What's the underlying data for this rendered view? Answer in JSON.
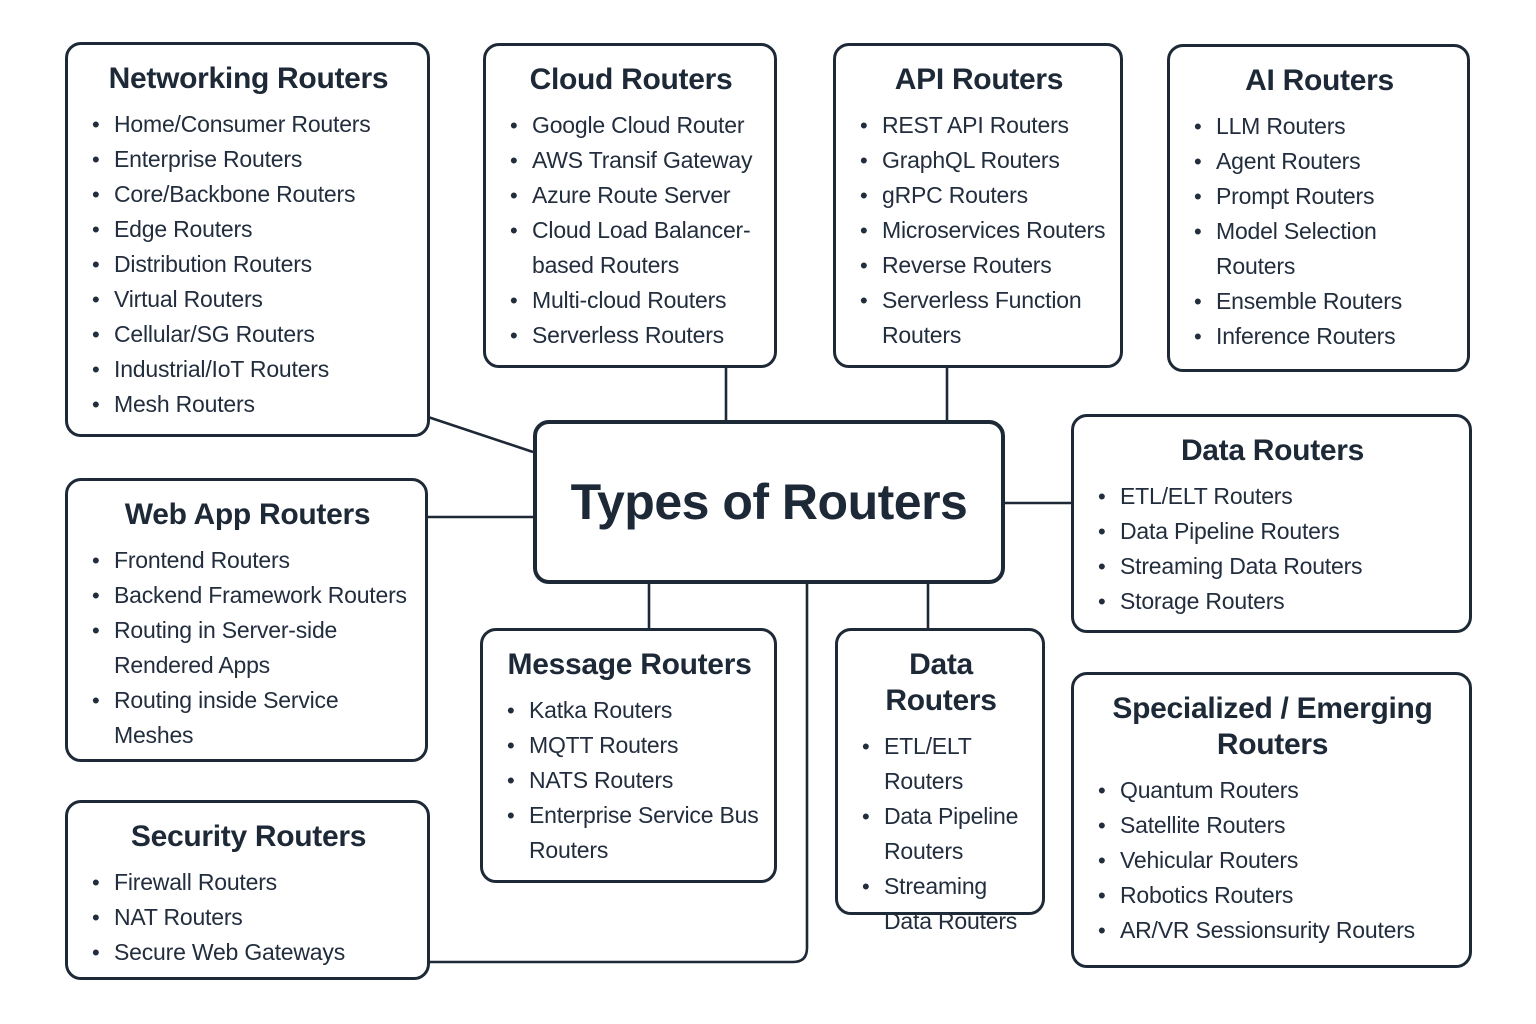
{
  "center": {
    "title": "Types of Routers"
  },
  "boxes": [
    {
      "title": "Networking Routers",
      "items": [
        "Home/Consumer Routers",
        "Enterprise Routers",
        "Core/Backbone Routers",
        "Edge Routers",
        "Distribution Routers",
        "Virtual Routers",
        "Cellular/SG Routers",
        "Industrial/IoT Routers",
        "Mesh Routers"
      ]
    },
    {
      "title": "Cloud Routers",
      "items": [
        "Google Cloud Router",
        "AWS Transif Gateway",
        "Azure Route Server",
        "Cloud Load Balancer-based Routers",
        "Multi-cloud Routers",
        "Serverless Routers"
      ]
    },
    {
      "title": "API Routers",
      "items": [
        "REST API Routers",
        "GraphQL Routers",
        "gRPC Routers",
        "Microservices Routers",
        "Reverse Routers",
        "Serverless Function Routers"
      ]
    },
    {
      "title": "AI Routers",
      "items": [
        "LLM Routers",
        "Agent Routers",
        "Prompt Routers",
        "Model Selection Routers",
        "Ensemble Routers",
        "Inference Routers"
      ]
    },
    {
      "title": "Web App Routers",
      "items": [
        "Frontend Routers",
        "Backend Framework Routers",
        "Routing in Server-side Rendered Apps",
        "Routing inside Service Meshes"
      ]
    },
    {
      "title": "Data Routers",
      "items": [
        "ETL/ELT Routers",
        "Data Pipeline Routers",
        "Streaming Data Routers",
        "Storage Routers"
      ]
    },
    {
      "title": "Security Routers",
      "items": [
        "Firewall Routers",
        "NAT Routers",
        "Secure Web Gateways"
      ]
    },
    {
      "title": "Message Routers",
      "items": [
        "Katka Routers",
        "MQTT Routers",
        "NATS Routers",
        "Enterprise Service Bus Routers"
      ]
    },
    {
      "title": "Data Routers",
      "items": [
        "ETL/ELT Routers",
        "Data Pipeline Routers",
        "Streaming Data Routers"
      ]
    },
    {
      "title": "Specialized / Emerging Routers",
      "items": [
        "Quantum Routers",
        "Satellite Routers",
        "Vehicular Routers",
        "Robotics Routers",
        "AR/VR Sessionsurity Routers"
      ]
    }
  ],
  "colors": {
    "ink": "#1e2937",
    "background": "#ffffff"
  }
}
